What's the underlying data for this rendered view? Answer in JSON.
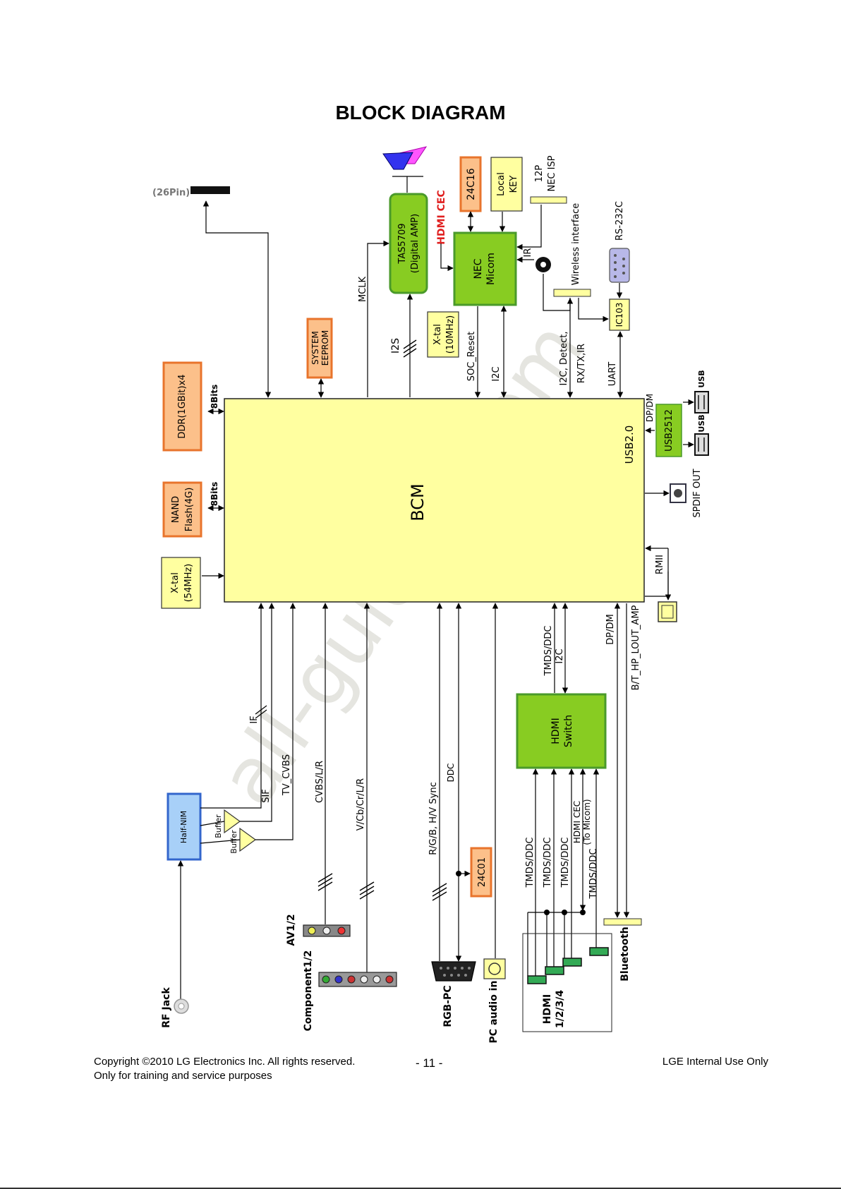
{
  "page": {
    "title": "BLOCK DIAGRAM"
  },
  "blocks": {
    "bcm": "BCM",
    "usb20": "USB2.0",
    "ddr": "DDR(1GBit)x4",
    "nand": [
      "NAND",
      "Flash(4G)"
    ],
    "xtal54": [
      "X-tal",
      "(54MHz)"
    ],
    "eeprom": [
      "SYSTEM",
      "EEPROM"
    ],
    "tas": [
      "TAS5709",
      "(Digital AMP)"
    ],
    "nec": [
      "NEC",
      "Micom"
    ],
    "c24c16": "24C16",
    "localkey": [
      "Local",
      "KEY"
    ],
    "necisp": [
      "12P",
      "NEC ISP"
    ],
    "xtal10": [
      "X-tal",
      "(10MHz)"
    ],
    "ic103": "IC103",
    "usb2512": "USB2512",
    "hdmi_switch": [
      "HDMI",
      "Switch"
    ],
    "halfnim": "Half-NIM",
    "buffer1": "Buffer",
    "buffer2": "Buffer",
    "c24c01": "24C01"
  },
  "labels": {
    "pin26": "(26Pin)",
    "bits8_a": "8Bits",
    "bits8_b": "8Bits",
    "mclk": "MCLK",
    "i2s": "I2S",
    "soc_reset": "SOC_Reset",
    "i2c_top": "I2C",
    "hdmi_cec_red": "HDMI CEC",
    "ir": "IR",
    "wireless": "Wireless interface",
    "i2c_detect": "I2C, Detect,",
    "rxtxir": "RX/TX,IR",
    "rs232c": "RS-232C",
    "uart": "UART",
    "dpdm_right": "DP/DM",
    "usb_a": "USB",
    "usb_b": "USB",
    "spdif": "SPDIF OUT",
    "rmii": "RMII",
    "if": "IF",
    "sif": "SIF",
    "tv_cvbs": "TV_CVBS",
    "cvbs_lr": "CVBS/L/R",
    "vcbcr": "V/Cb/Cr/L/R",
    "rgb_sync": "R/G/B, H/V Sync",
    "ddc": "DDC",
    "tmds_ddc_top": "TMDS/DDC",
    "i2c_bottom": "I2C",
    "dpdm_bottom": "DP/DM",
    "bt_hp": "B/T_HP_LOUT_AMP",
    "tmds1": "TMDS/DDC",
    "tmds2": "TMDS/DDC",
    "tmds3": "TMDS/DDC",
    "hdmi_cec_micom": [
      "HDMI CEC",
      "(To Micom)"
    ],
    "tmds4": "TMDS/DDC",
    "rf_jack": "RF Jack",
    "av12": "AV1/2",
    "component12": "Component1/2",
    "rgb_pc": "RGB-PC",
    "pc_audio": "PC audio in",
    "hdmi1234": [
      "HDMI",
      "1/2/3/4"
    ],
    "bluetooth": "Bluetooth"
  },
  "watermark": "all-guides.com",
  "footer": {
    "copyright": "Copyright ©2010 LG Electronics Inc. All rights reserved.",
    "purpose": "Only for training and service purposes",
    "page_number": "- 11 -",
    "internal": "LGE Internal Use Only"
  },
  "colors": {
    "bcm_fill": "#ffffa0",
    "green": "#88cc22",
    "orange_fill": "#fcc08a",
    "orange_stroke": "#e8742c",
    "blue_fill": "#a8d0f8",
    "red_text": "#e02020"
  }
}
